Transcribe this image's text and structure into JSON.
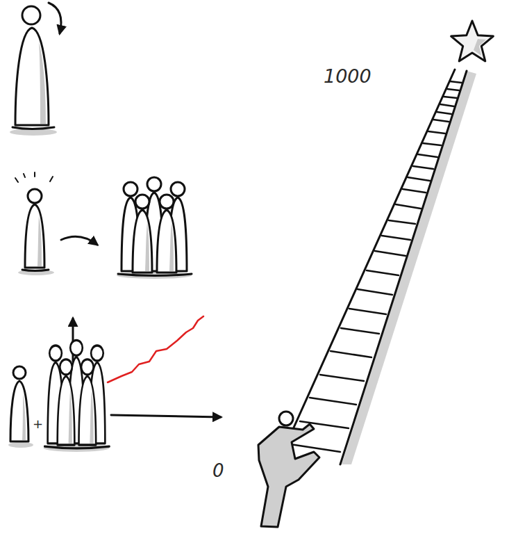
{
  "diagram": {
    "labels": [
      "1000",
      "0",
      "+"
    ]
  }
}
